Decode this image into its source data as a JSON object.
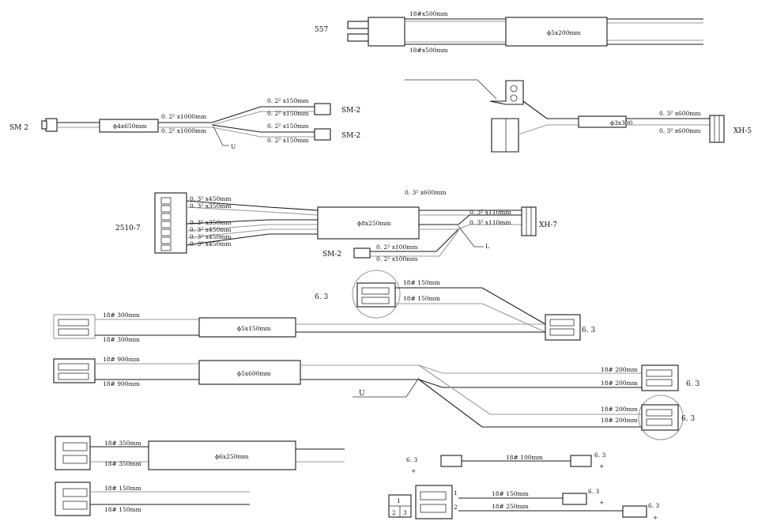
{
  "harness_a": {
    "id": "557",
    "top_wire": "18#x500mm",
    "bottom_wire": "18#x500mm",
    "sleeve": "ϕ5x200mm"
  },
  "harness_b": {
    "left_connector": "SM 2",
    "sleeve": "ϕ4x650mm",
    "wire_1": "0. 2² x1000mm",
    "wire_2": "0. 2² x1000mm",
    "branch_1": "0. 2² x150mm",
    "branch_2": "0. 2² x150mm",
    "branch_3": "0. 2² x150mm",
    "branch_4": "0. 2² x150mm",
    "connector_top": "SM-2",
    "connector_bottom": "SM-2",
    "split_mark": "U"
  },
  "harness_c": {
    "sleeve": "ϕ3x300",
    "wire_1": "0. 3² x600mm",
    "wire_2": "0. 3² x600mm",
    "connector": "XH-5"
  },
  "harness_d": {
    "left_connector": "2510-7",
    "sleeve": "ϕ8x250mm",
    "top_wire": "0. 3² x600mm",
    "left_wires": [
      "0. 3² x450mm",
      "0. 3² x350mm",
      "0. 3² x350mm",
      "0. 3² x450mm",
      "0. 3² x450mm",
      "0. 3² x450mm"
    ],
    "right_wire_1": "0. 3² x110mm",
    "right_wire_2": "0. 3² x110mm",
    "right_connector": "XH-7",
    "sm_connector": "SM-2",
    "sm_wire_1": "0. 2² x100mm",
    "sm_wire_2": "0. 2² x100mm",
    "split_mark": "L"
  },
  "harness_e": {
    "terminal_label": "6. 3",
    "wire_top": "18# 150mm",
    "wire_bottom": "18# 150mm",
    "left_wire_top": "18# 300mm",
    "left_wire_bottom": "18# 300mm",
    "sleeve": "ϕ5x150mm",
    "right_label": "6. 3"
  },
  "harness_f": {
    "wire_top": "18# 900mm",
    "wire_bottom": "18# 900mm",
    "sleeve": "ϕ5x600mm",
    "split_mark": "U",
    "branches": [
      "18# 200mm",
      "18# 200mm",
      "18# 200mm",
      "18# 200mm"
    ],
    "label_1": "6. 3",
    "label_2": "6. 3"
  },
  "harness_g": {
    "wire_top": "18# 350mm",
    "wire_bottom": "18# 350mm",
    "sleeve": "ϕ6x250mm"
  },
  "harness_h": {
    "wire_top": "18# 150mm",
    "wire_bottom": "18# 150mm"
  },
  "harness_i": {
    "label_left": "6. 3",
    "label_right": "6. 3",
    "wire": "18# 100mm"
  },
  "harness_j": {
    "wire_1": "18# 150mm",
    "wire_2": "18# 250mm",
    "label_1": "6. 3",
    "label_2": "6. 3",
    "pin_1": "1",
    "pin_2": "2",
    "pin_3": "3",
    "pin_a": "1",
    "pin_b": "2"
  }
}
